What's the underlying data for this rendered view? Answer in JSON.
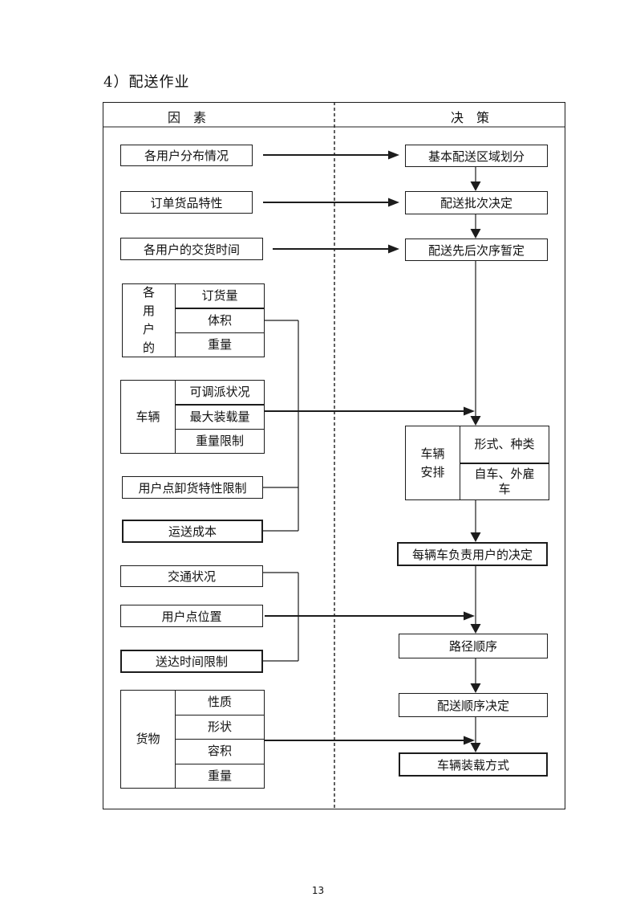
{
  "page": {
    "title": "4）配送作业",
    "page_number": "13"
  },
  "header": {
    "left": "因　素",
    "right": "决　策"
  },
  "factors": {
    "users_distribution": "各用户分布情况",
    "order_characteristics": "订单货品特性",
    "delivery_time": "各用户的交货时间",
    "per_user": {
      "label": "各\n用\n户\n的",
      "rows": [
        "订货量",
        "体积",
        "重量"
      ]
    },
    "vehicle": {
      "label": "车辆",
      "rows": [
        "可调派状况",
        "最大装载量",
        "重量限制"
      ]
    },
    "unloading_limit": "用户点卸货特性限制",
    "transport_cost": "运送成本",
    "traffic": "交通状况",
    "user_location": "用户点位置",
    "arrival_limit": "送达时间限制",
    "goods": {
      "label": "货物",
      "rows": [
        "性质",
        "形状",
        "容积",
        "重量"
      ]
    }
  },
  "decisions": {
    "basic_area": "基本配送区域划分",
    "batch": "配送批次决定",
    "sequence_tentative": "配送先后次序暂定",
    "vehicle_arrangement": {
      "label": "车辆\n安排",
      "rows": [
        "形式、种类",
        "自车、外雇\n车"
      ]
    },
    "per_vehicle_users": "每辆车负责用户的决定",
    "route_order": "路径顺序",
    "delivery_order": "配送顺序决定",
    "loading_method": "车辆装载方式"
  }
}
